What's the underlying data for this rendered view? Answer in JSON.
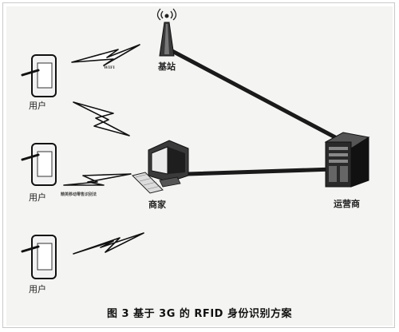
{
  "figure": {
    "caption": "图 3  基于 3G 的 RFID 身份识别方案"
  },
  "nodes": {
    "base_station": "基站",
    "operator": "运营商",
    "merchant": "商家"
  },
  "users": [
    "用户",
    "用户",
    "用户"
  ],
  "links": {
    "wifi_label": "WIFI",
    "mobile_label": "精英移动零售识别法"
  }
}
